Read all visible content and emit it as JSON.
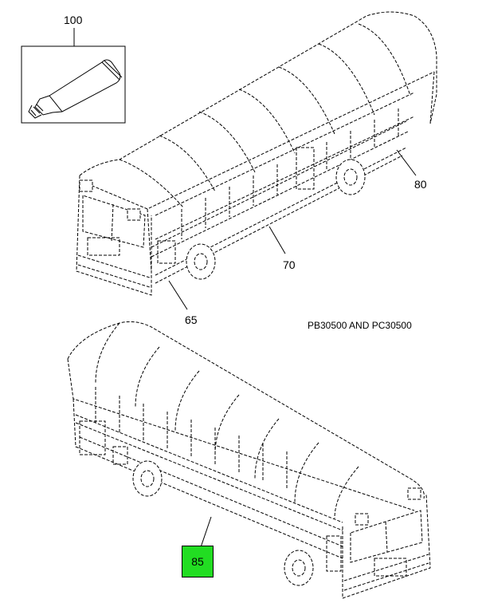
{
  "callouts": {
    "tube": "100",
    "upper_rear_side": "80",
    "upper_lower_side": "70",
    "upper_front": "65",
    "lower_side": "85"
  },
  "caption": "PB30500 AND PC30500",
  "highlight_color": "#22dd22"
}
